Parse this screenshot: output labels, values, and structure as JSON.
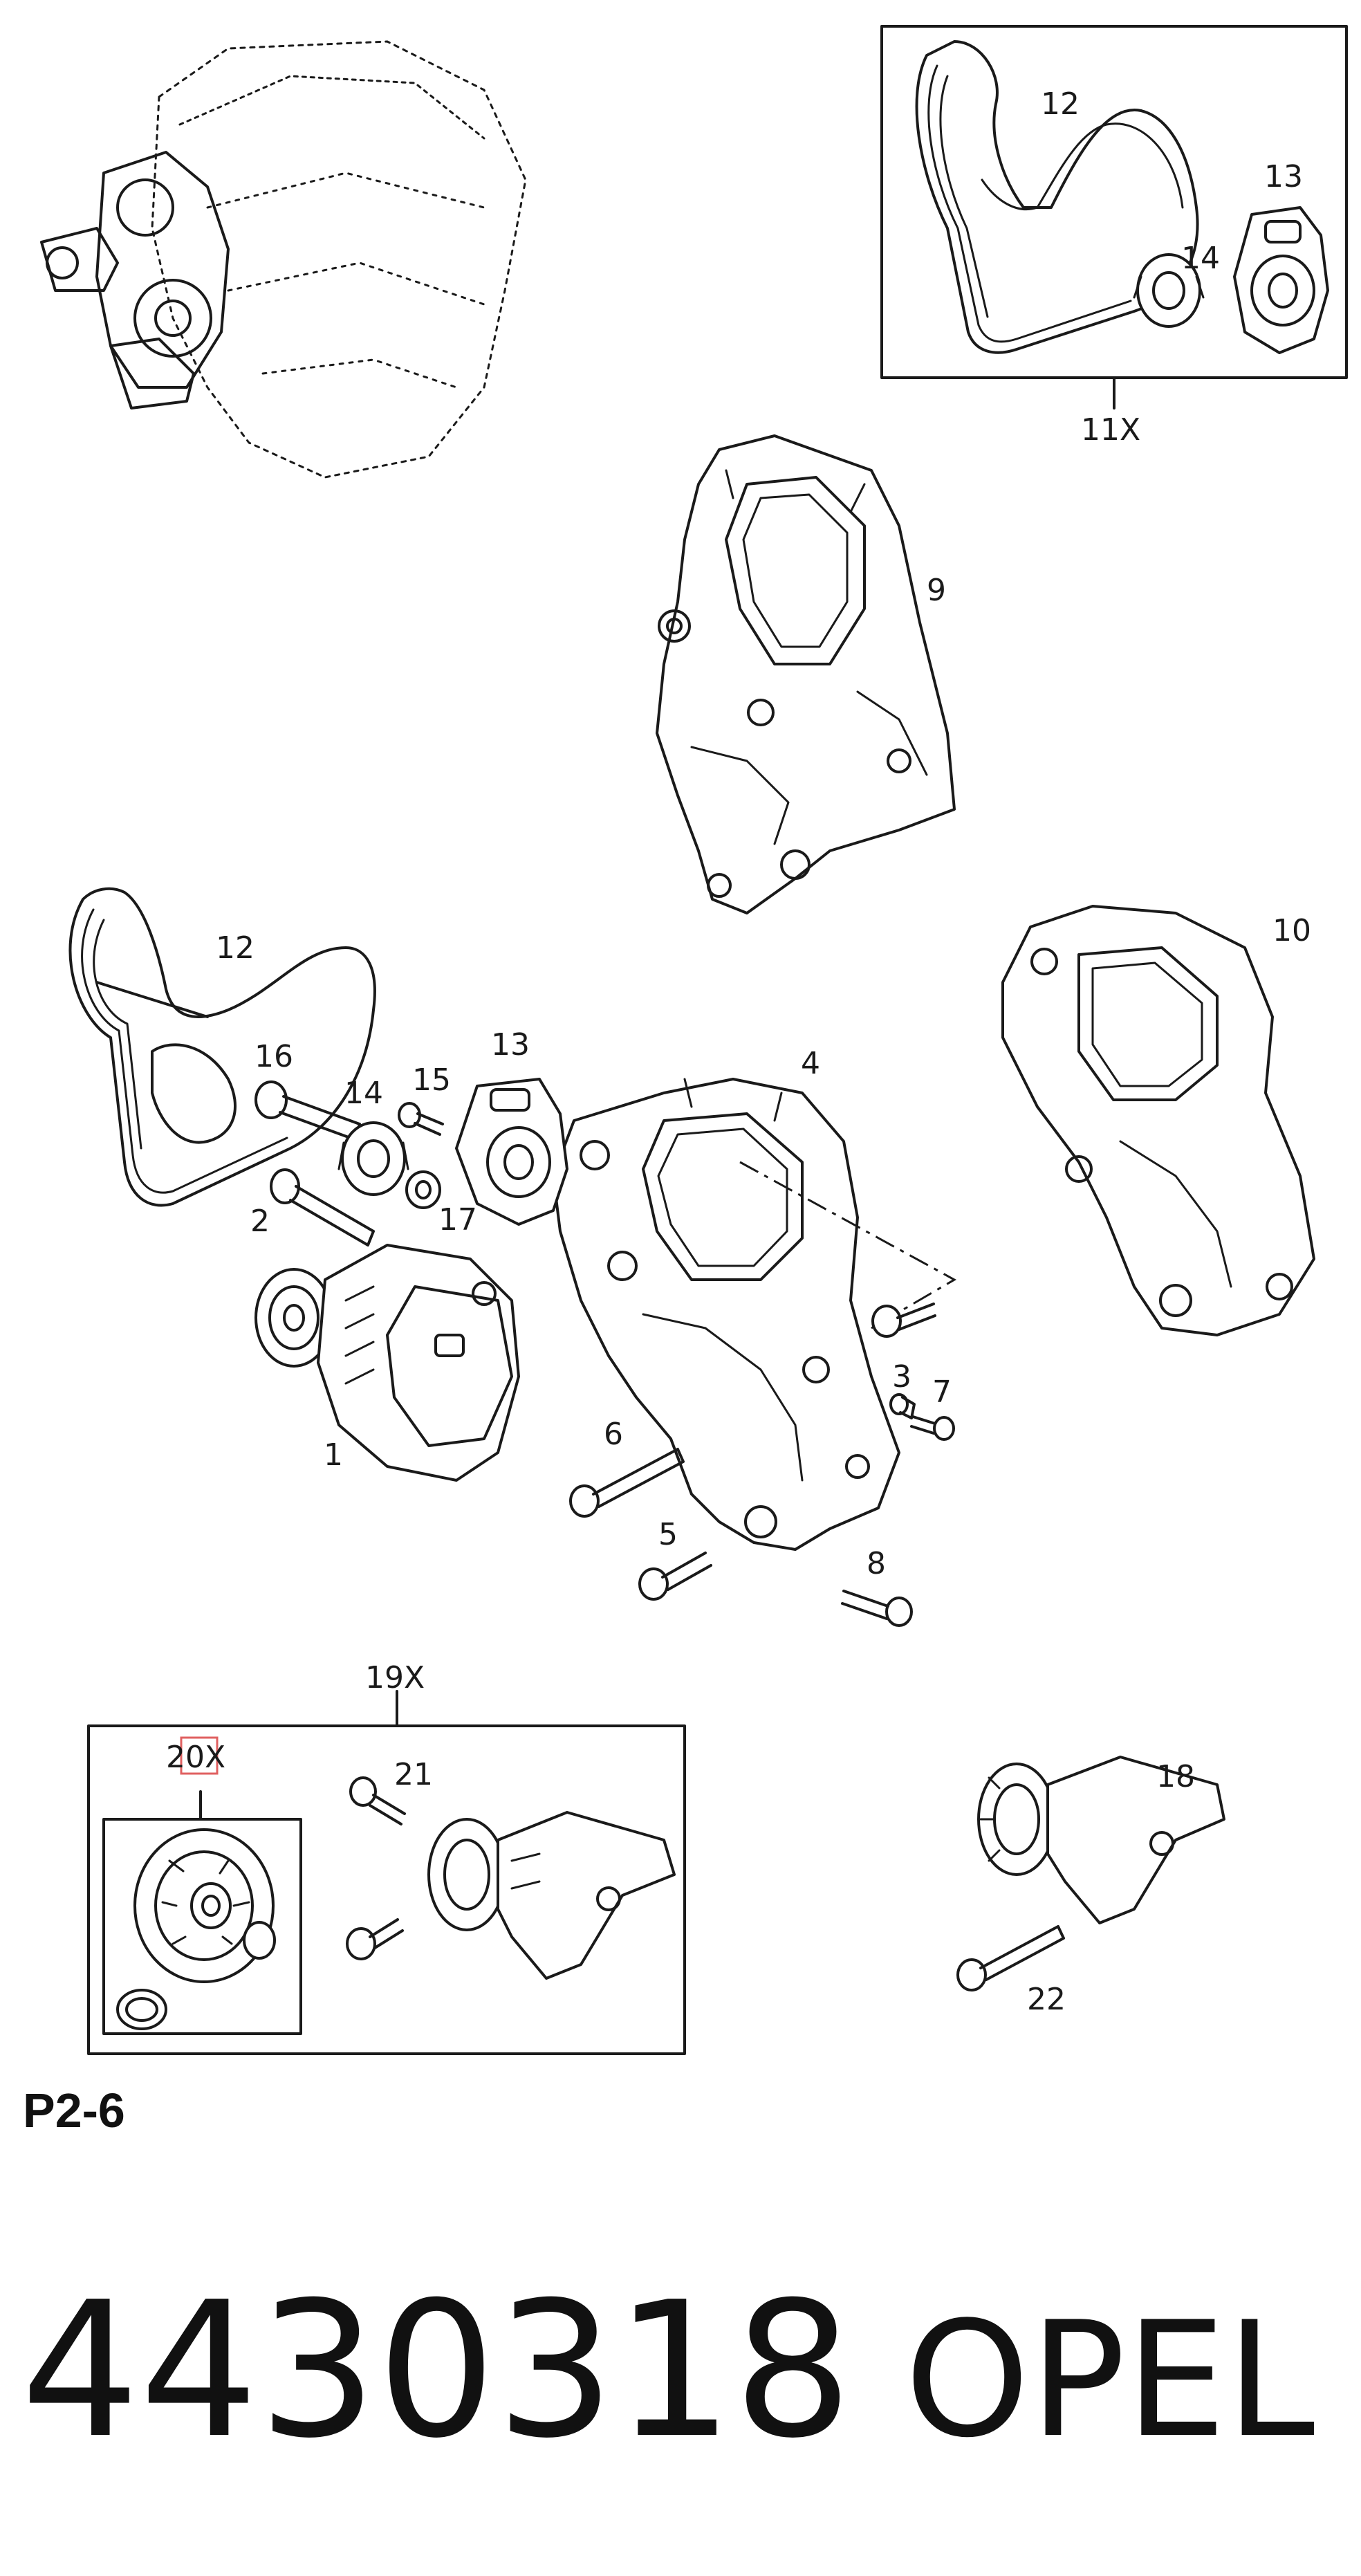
{
  "section_label": "P2-6",
  "part_number": "4430318",
  "brand": "OPEL",
  "callouts": {
    "c1": "1",
    "c2": "2",
    "c3": "3",
    "c4": "4",
    "c5": "5",
    "c6": "6",
    "c7": "7",
    "c8": "8",
    "c9": "9",
    "c10": "10",
    "c11x": "11X",
    "c12a": "12",
    "c12b": "12",
    "c13a": "13",
    "c13b": "13",
    "c14a": "14",
    "c14b": "14",
    "c15": "15",
    "c16": "16",
    "c17": "17",
    "c18": "18",
    "c19x": "19X",
    "c20x": "20X",
    "c21": "21",
    "c22": "22"
  },
  "highlight_color": "#e06060"
}
